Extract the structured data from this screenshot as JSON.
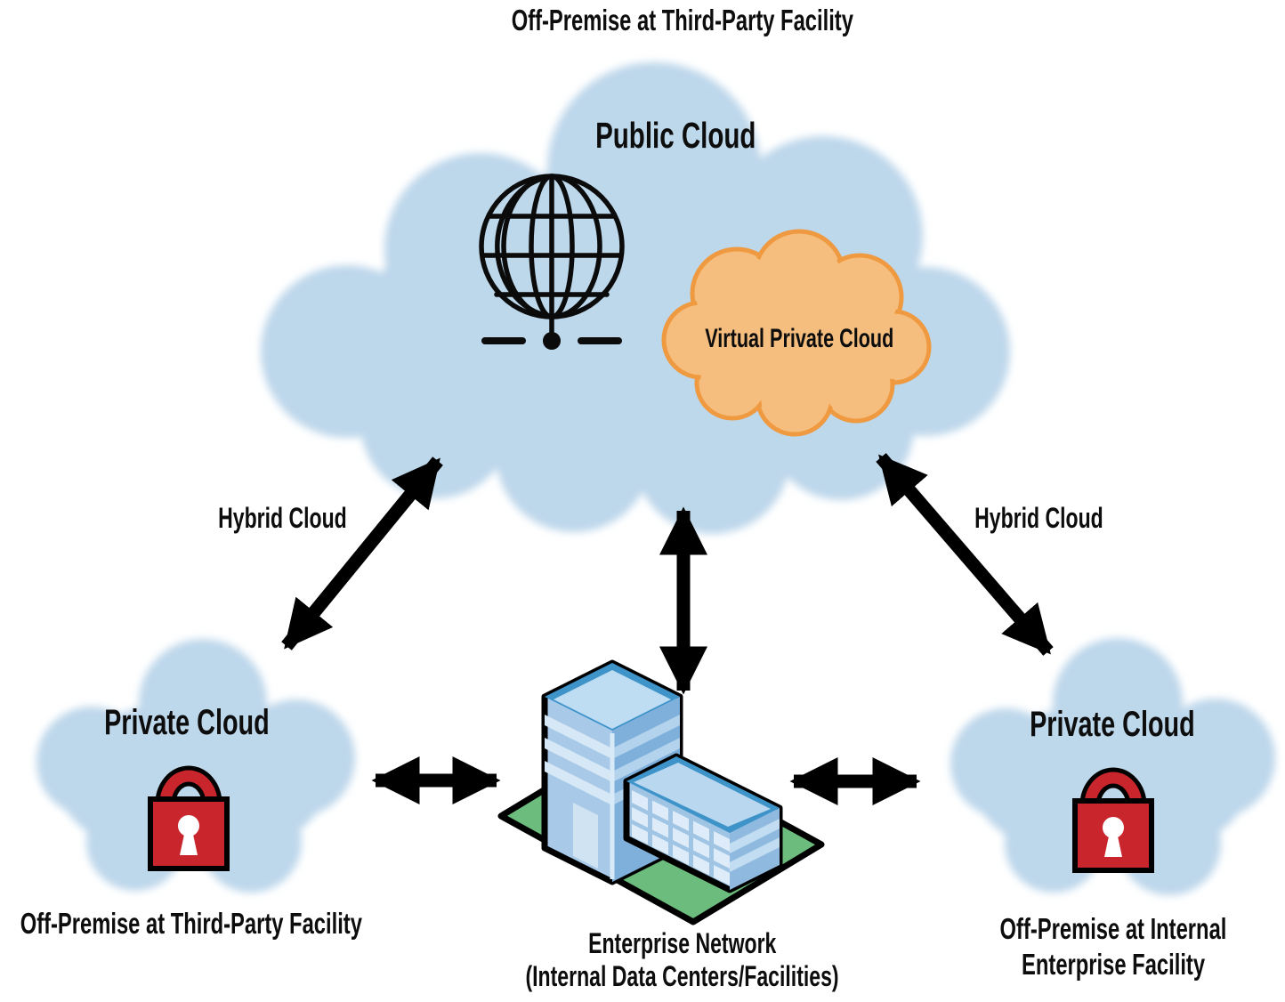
{
  "diagram": {
    "type": "cloud-deployment-models",
    "labels": {
      "top_caption": "Off-Premise at Third-Party Facility",
      "public_cloud": "Public Cloud",
      "virtual_private_cloud": "Virtual Private Cloud",
      "hybrid_cloud_left": "Hybrid Cloud",
      "hybrid_cloud_right": "Hybrid Cloud",
      "private_cloud_left": "Private Cloud",
      "private_cloud_right": "Private Cloud",
      "offpremise_left_caption": "Off-Premise at Third-Party Facility",
      "offpremise_right_line1": "Off-Premise at Internal",
      "offpremise_right_line2": "Enterprise Facility",
      "enterprise_line1": "Enterprise Network",
      "enterprise_line2": "(Internal Data Centers/Facilities)"
    },
    "icons": [
      "globe-network-icon",
      "padlock-icon-left",
      "padlock-icon-right",
      "enterprise-building-illustration"
    ],
    "connections": [
      {
        "from": "public-cloud",
        "to": "private-cloud-left",
        "label": "Hybrid Cloud",
        "type": "bidirectional-arrow"
      },
      {
        "from": "public-cloud",
        "to": "private-cloud-right",
        "label": "Hybrid Cloud",
        "type": "bidirectional-arrow"
      },
      {
        "from": "public-cloud",
        "to": "enterprise-network",
        "label": "",
        "type": "bidirectional-arrow"
      },
      {
        "from": "private-cloud-left",
        "to": "enterprise-network",
        "label": "",
        "type": "bidirectional-arrow"
      },
      {
        "from": "private-cloud-right",
        "to": "enterprise-network",
        "label": "",
        "type": "bidirectional-arrow"
      }
    ],
    "colors": {
      "cloud_blue": "#BDD7EB",
      "vpc_fill": "#F6BE7E",
      "vpc_stroke": "#EF9A40",
      "lock_red": "#C9252C",
      "lock_keyhole": "#FFFFFF",
      "base_green": "#6CBD7D",
      "outline_black": "#000000",
      "building_face_light": "#A8C9E7",
      "building_face_mid": "#7FB0DC",
      "building_band_light": "#D6E7F5",
      "roof_rim_blue": "#3E93C9",
      "roof_pane_light": "#BFDDF2",
      "window_light": "#DDECF8",
      "text": "#0D0D0D"
    }
  }
}
